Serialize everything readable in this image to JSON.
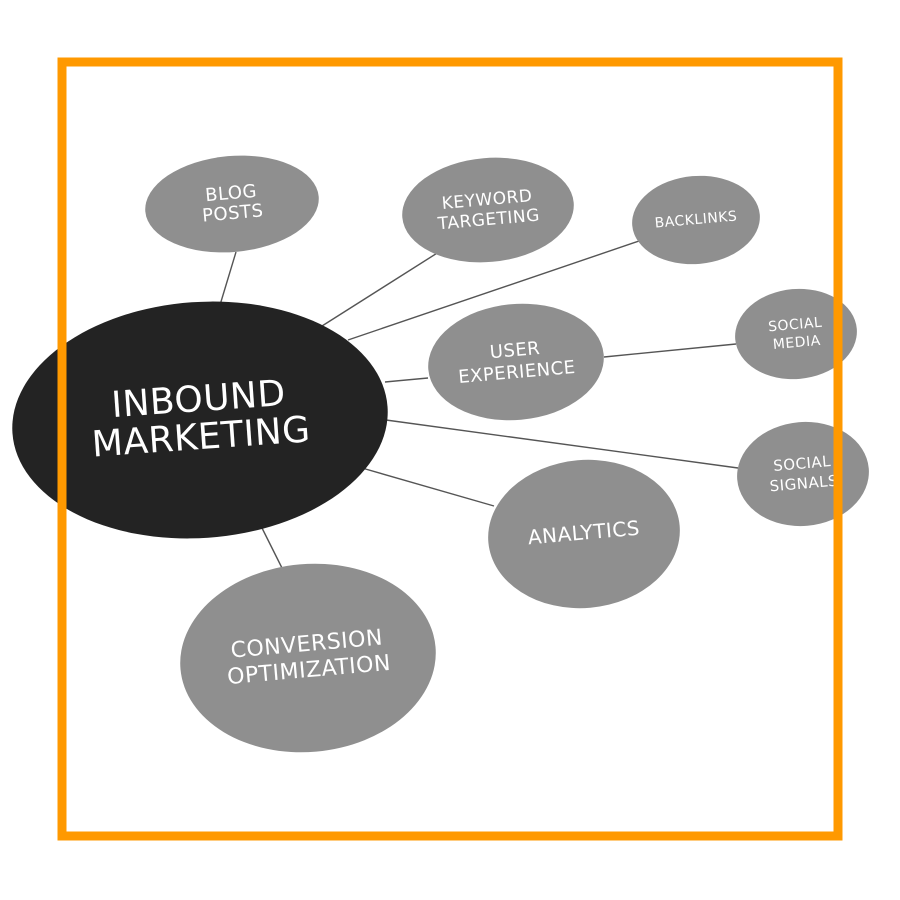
{
  "colors": {
    "frame": "#ff9900",
    "center_node": "#232323",
    "node": "#8f8f8f",
    "connector": "#555555",
    "text": "#ffffff"
  },
  "center": {
    "lines": [
      "INBOUND",
      "MARKETING"
    ]
  },
  "nodes": [
    {
      "id": "blog-posts",
      "lines": [
        "BLOG",
        "POSTS"
      ]
    },
    {
      "id": "keyword-targeting",
      "lines": [
        "KEYWORD",
        "TARGETING"
      ]
    },
    {
      "id": "backlinks",
      "lines": [
        "BACKLINKS"
      ]
    },
    {
      "id": "user-experience",
      "lines": [
        "USER",
        "EXPERIENCE"
      ]
    },
    {
      "id": "social-media",
      "lines": [
        "SOCIAL",
        "MEDIA"
      ]
    },
    {
      "id": "social-signals",
      "lines": [
        "SOCIAL",
        "SIGNALS"
      ]
    },
    {
      "id": "analytics",
      "lines": [
        "ANALYTICS"
      ]
    },
    {
      "id": "conversion-optimization",
      "lines": [
        "CONVERSION",
        "OPTIMIZATION"
      ]
    }
  ]
}
